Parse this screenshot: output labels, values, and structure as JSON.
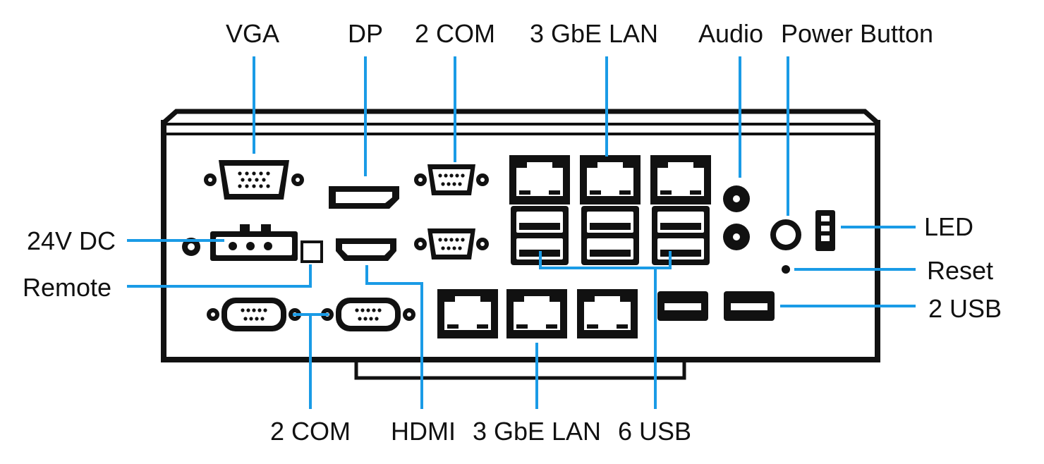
{
  "colors": {
    "outline": "#111111",
    "leader": "#1a9be6",
    "background": "#ffffff"
  },
  "labels": {
    "vga": "VGA",
    "dp": "DP",
    "com_top": "2 COM",
    "lan_top": "3 GbE LAN",
    "audio": "Audio",
    "power": "Power Button",
    "led": "LED",
    "reset": "Reset",
    "usb_right": "2 USB",
    "dc": "24V DC",
    "remote": "Remote",
    "com_bottom": "2 COM",
    "hdmi": "HDMI",
    "lan_bottom": "3 GbE LAN",
    "usb_bottom": "6 USB"
  }
}
